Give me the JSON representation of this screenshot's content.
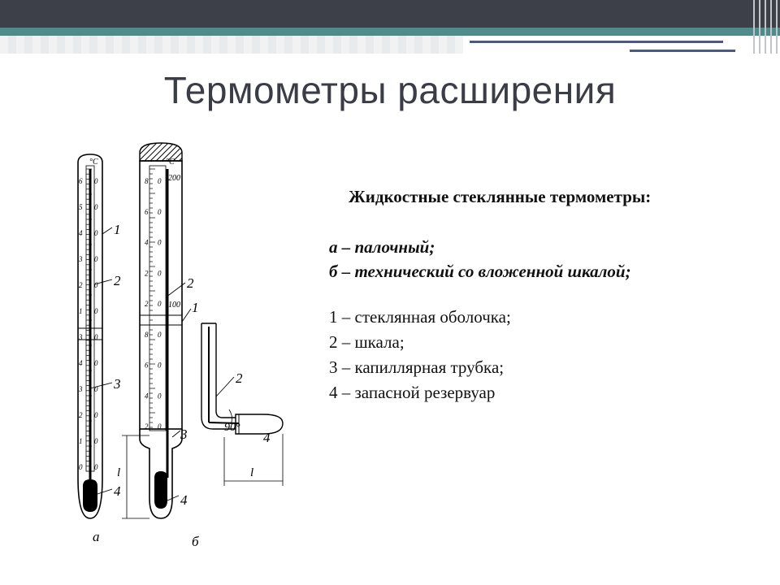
{
  "slide": {
    "title": "Термометры расширения",
    "heading": "Жидкостные стеклянные термометры:",
    "variants": [
      "а – палочный;",
      "б – технический со вложенной шкалой;"
    ],
    "parts": [
      "1 – стеклянная оболочка;",
      "2 – шкала;",
      "3 – капиллярная трубка;",
      "4 – запасной резервуар"
    ]
  },
  "diagram": {
    "label_a": "а",
    "label_b": "б",
    "callout_1": "1",
    "callout_2": "2",
    "callout_3": "3",
    "callout_4": "4",
    "angle_label": "90°",
    "length_label": "l",
    "unit_label": "°C",
    "scale_a": [
      "6",
      "5",
      "4",
      "3",
      "2",
      "1",
      "3",
      "4",
      "3",
      "2",
      "1",
      "0"
    ],
    "scale_b": [
      "8",
      "6",
      "4",
      "2",
      "2",
      "8",
      "6",
      "4",
      "2"
    ],
    "zero": "0",
    "top_reading": "200",
    "mid_reading": "100"
  }
}
